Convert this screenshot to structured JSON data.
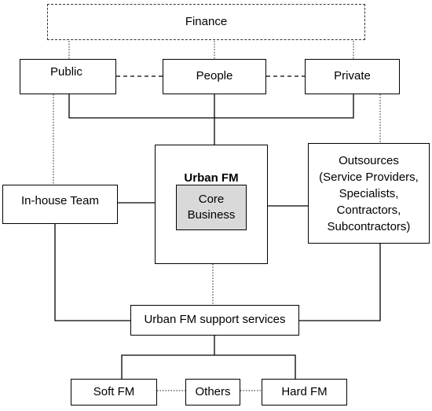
{
  "finance": "Finance",
  "public": "Public",
  "people": "People",
  "private": "Private",
  "inhouse": "In-house Team",
  "urban_fm": {
    "title": "Urban FM",
    "core_line1": "Core",
    "core_line2": "Business"
  },
  "outsources": {
    "lines": [
      "Outsources",
      "(Service Providers,",
      "Specialists,",
      "Contractors,",
      "Subcontractors)"
    ]
  },
  "support": "Urban FM support services",
  "soft": "Soft FM",
  "others": "Others",
  "hard": "Hard FM"
}
